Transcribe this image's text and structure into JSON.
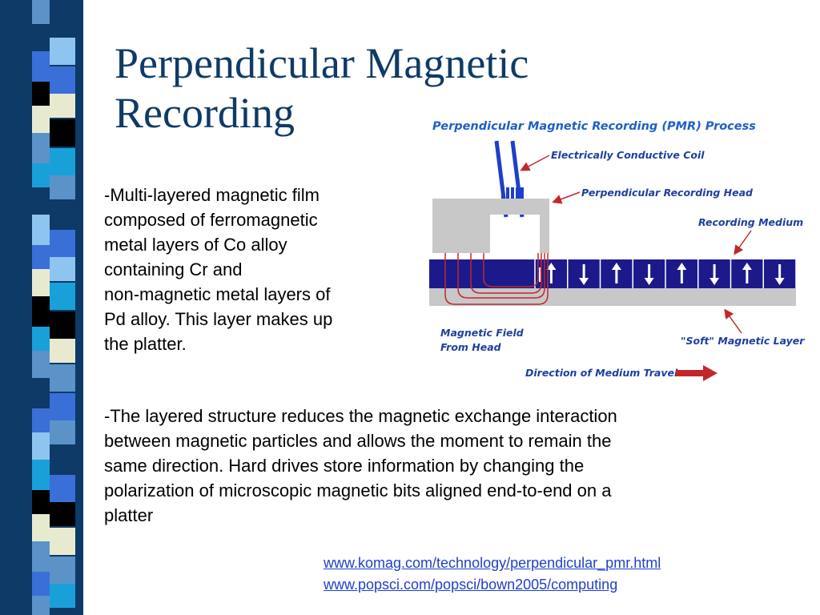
{
  "slide": {
    "title": "Perpendicular Magnetic Recording",
    "bullet_1": "-Multi-layered magnetic film\ncomposed of ferromagnetic\n metal layers of Co alloy\ncontaining Cr and\nnon-magnetic metal layers of\n Pd alloy. This layer makes up\n the platter.",
    "bullet_2": "-The layered structure reduces the magnetic exchange interaction\nbetween magnetic particles and allows the moment to remain the\n same direction. Hard drives store information by changing the\npolarization of microscopic magnetic bits aligned end-to-end on a\nplatter",
    "references": [
      "www.komag.com/technology/perpendicular_pmr.html",
      "www.popsci.com/popsci/bown2005/computing"
    ]
  },
  "diagram": {
    "title": "Perpendicular Magnetic Recording (PMR) Process",
    "labels": {
      "coil": "Electrically Conductive Coil",
      "head": "Perpendicular Recording Head",
      "medium": "Recording Medium",
      "field_line1": "Magnetic Field",
      "field_line2": "From Head",
      "soft_layer": "\"Soft\" Magnetic Layer",
      "travel": "Direction of Medium Travel"
    },
    "bit_directions": [
      "up",
      "down",
      "up",
      "down",
      "up",
      "down",
      "up",
      "down"
    ],
    "colors": {
      "title": "#1e5fc8",
      "label": "#1e3fa0",
      "medium": "#1c1a8a",
      "arrow_red": "#c0282c",
      "head_gray": "#c8c8c8"
    }
  }
}
